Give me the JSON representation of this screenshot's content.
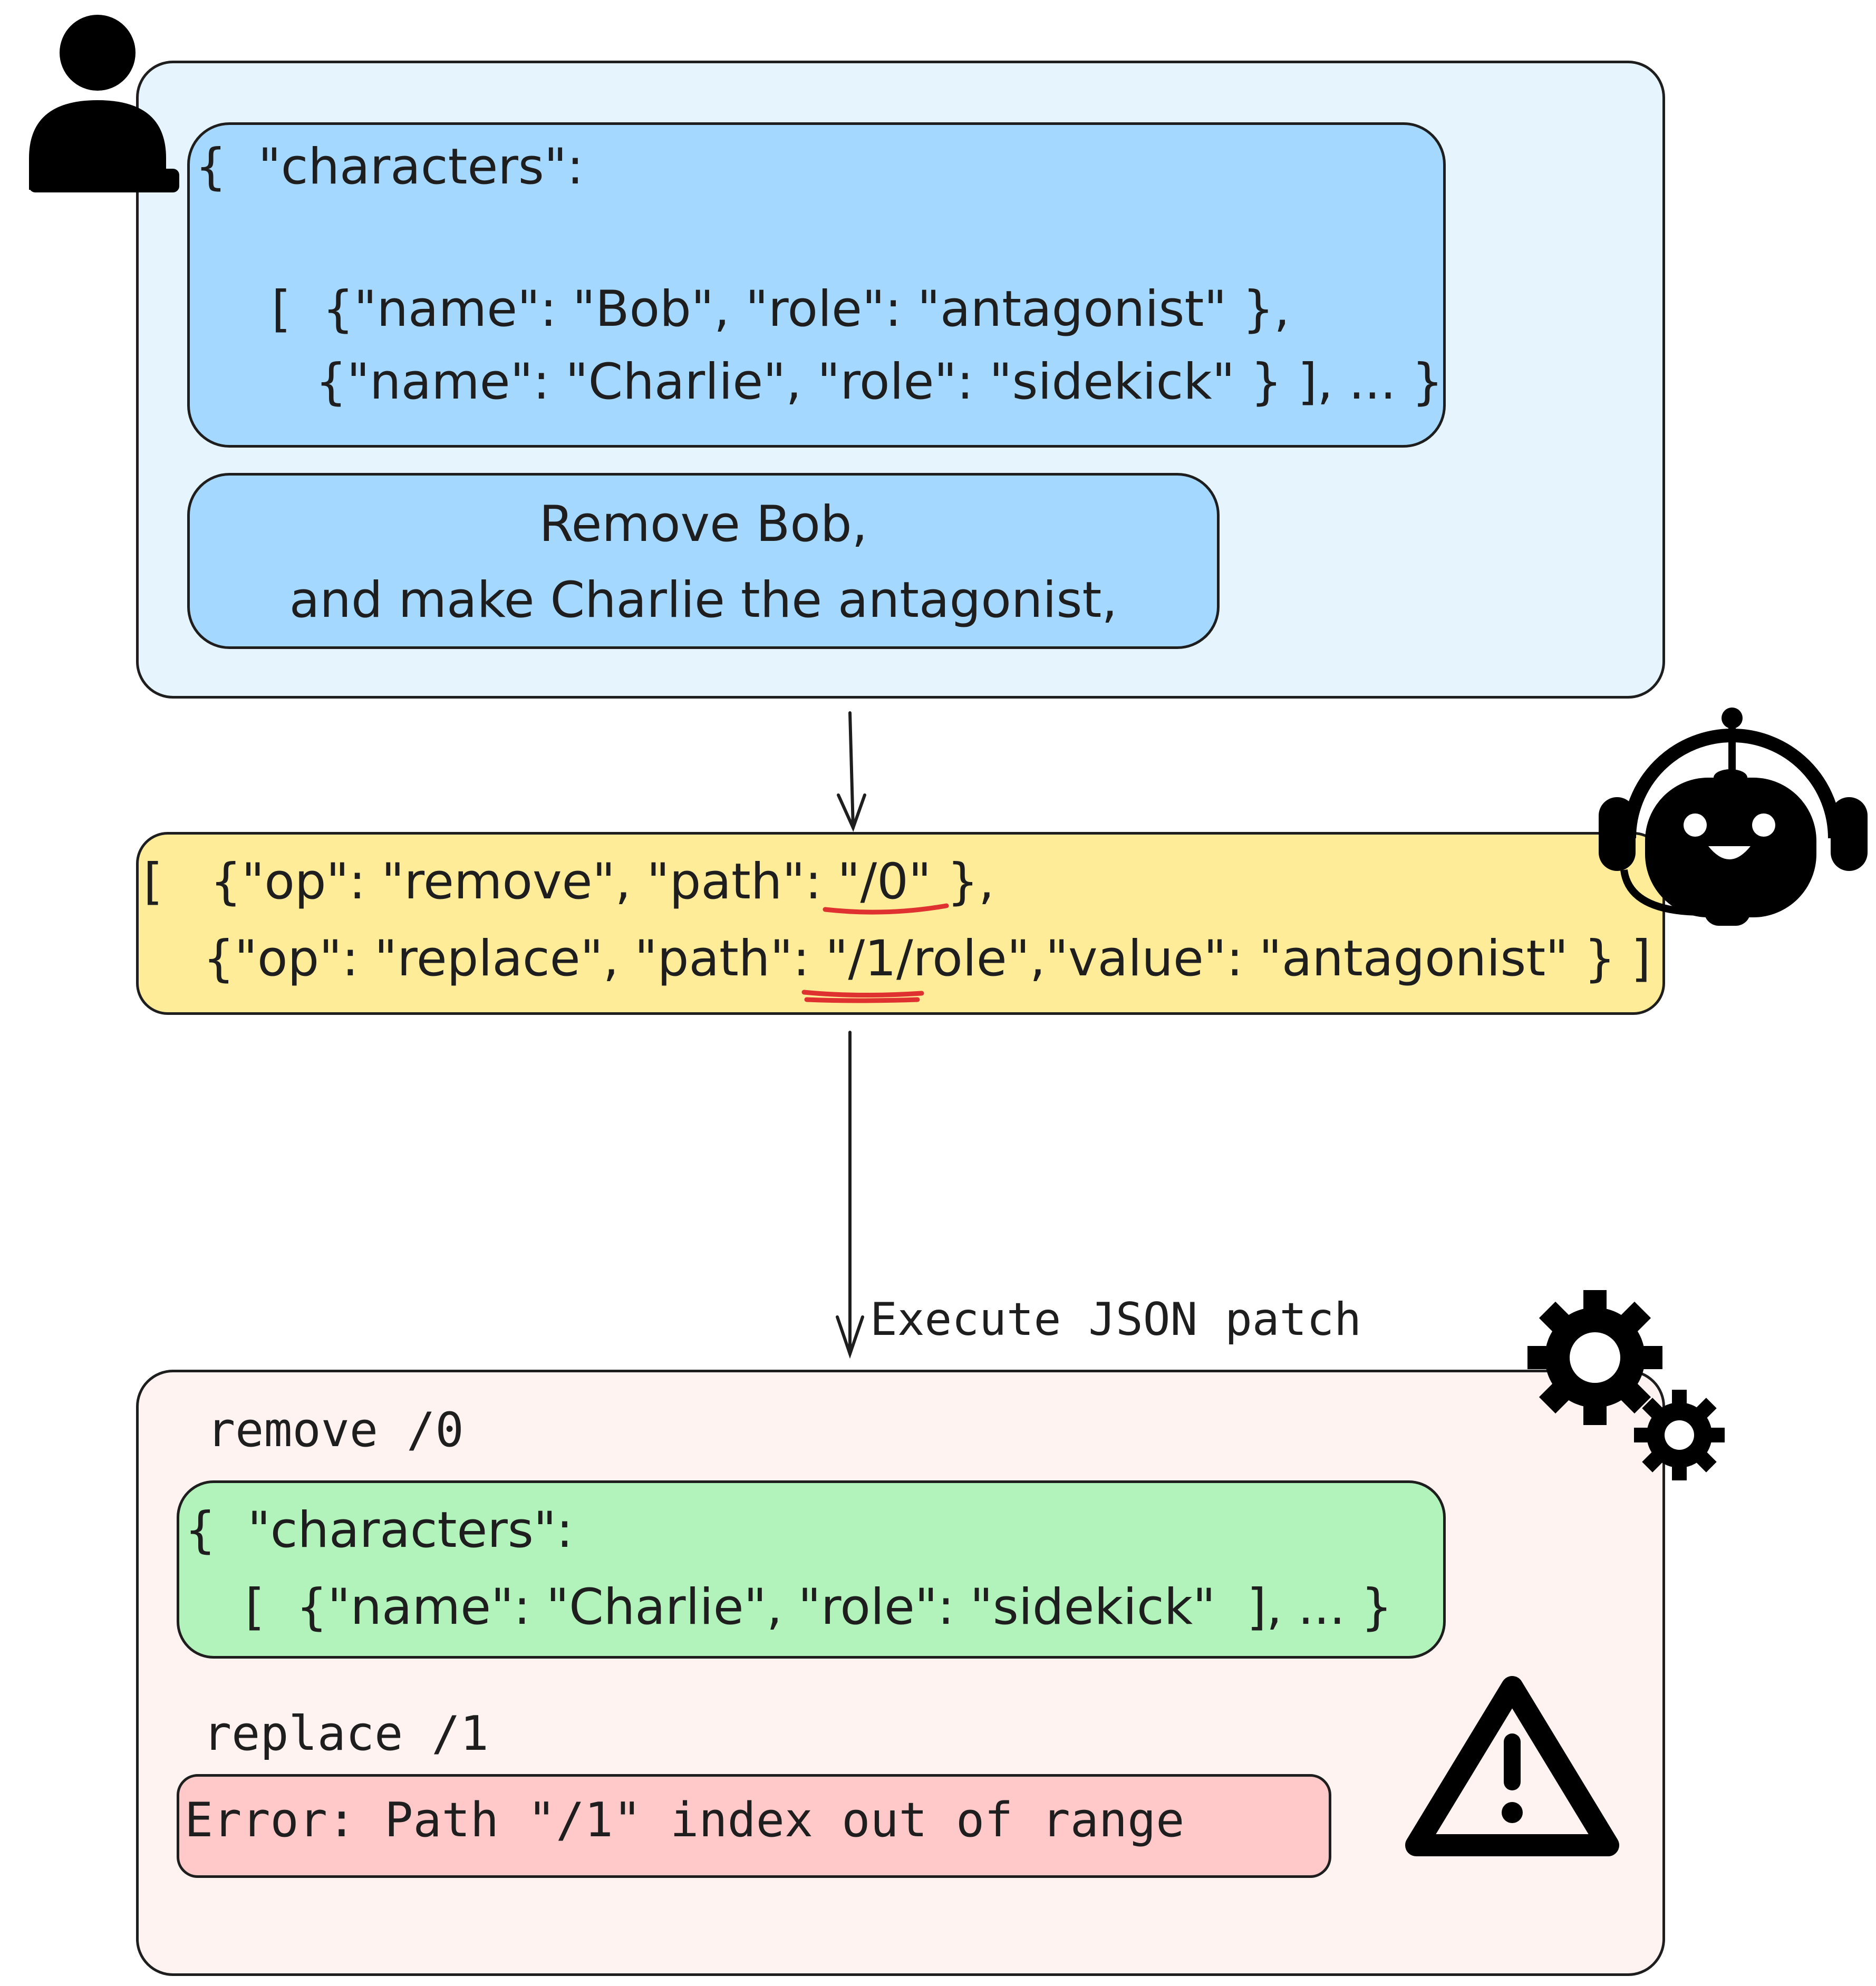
{
  "user_input": {
    "json_lines": [
      "{  \"characters\":",
      "[  {\"name\": \"Bob\", \"role\": \"antagonist\" },",
      "{\"name\": \"Charlie\", \"role\": \"sidekick\" } ], ... }"
    ],
    "instruction_lines": [
      "Remove Bob,",
      "and make Charlie the antagonist,"
    ]
  },
  "model_output": {
    "patch_lines": [
      "[   {\"op\": \"remove\", \"path\": \"/0\" },",
      "{\"op\": \"replace\", \"path\": \"/1/role\",\"value\": \"antagonist\" } ]"
    ],
    "highlight_color": "#e03131"
  },
  "arrow_label": "Execute JSON patch",
  "execution": {
    "step1_label": "remove /0",
    "result_lines": [
      "{  \"characters\":",
      "[  {\"name\": \"Charlie\", \"role\": \"sidekick\"  ], ... }"
    ],
    "step2_label": "replace /1",
    "error_text": "Error: Path \"/1\" index out of range"
  },
  "icons": {
    "user": "person-icon",
    "model": "robot-headset-icon",
    "executor": "gears-icon",
    "warning": "warning-triangle-icon"
  },
  "colors": {
    "user_panel": "#e5f4fd",
    "user_boxes": "#a5d8ff",
    "patch_box": "#ffec99",
    "exec_panel": "#fff3f2",
    "result_box": "#b2f2bb",
    "error_box": "#ffc9c9"
  }
}
